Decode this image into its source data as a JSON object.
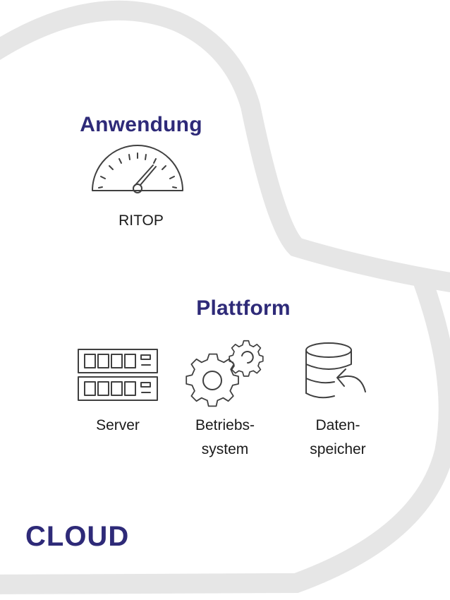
{
  "application": {
    "heading": "Anwendung",
    "label": "RITOP",
    "icon": "speedometer-icon"
  },
  "platform": {
    "heading": "Plattform",
    "items": [
      {
        "label_lines": [
          "Server"
        ],
        "icon": "server-rack-icon"
      },
      {
        "label_lines": [
          "Betriebs-",
          "system"
        ],
        "icon": "gears-icon"
      },
      {
        "label_lines": [
          "Daten-",
          "speicher"
        ],
        "icon": "database-icon"
      }
    ]
  },
  "cloud": {
    "title": "CLOUD"
  },
  "colors": {
    "heading": "#2e2a78",
    "cloud_outline": "#e6e6e6",
    "icon_stroke": "#404040"
  }
}
